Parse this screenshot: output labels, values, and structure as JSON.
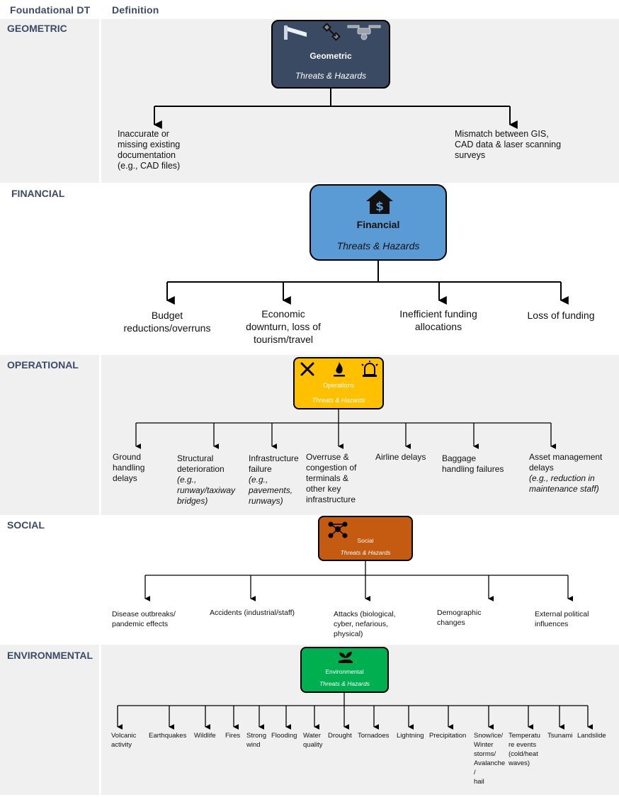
{
  "header": {
    "col1": "Foundational DT",
    "col2": "Definition"
  },
  "sections": {
    "geometric": {
      "label": "GEOMETRIC",
      "box_title": "Geometric",
      "box_sub": "Threats & Hazards",
      "leaves": [
        "Inaccurate or\nmissing existing\ndocumentation\n(e.g., CAD files)",
        "Mismatch between GIS,\nCAD data & laser scanning\nsurveys"
      ]
    },
    "financial": {
      "label": "FINANCIAL",
      "box_title": "Financial",
      "box_sub": "Threats & Hazards",
      "leaves": [
        "Budget\nreductions/overruns",
        "Economic\ndownturn, loss of\ntourism/travel",
        "Inefficient funding\nallocations",
        "Loss of funding"
      ]
    },
    "operational": {
      "label": "OPERATIONAL",
      "box_title": "Operations",
      "box_sub": "Threats & Hazards",
      "leaves": [
        {
          "text": "Ground\nhandling\ndelays",
          "italic": ""
        },
        {
          "text": "Structural\ndeterioration",
          "italic": "(e.g.,\nrunway/taxiway\nbridges)"
        },
        {
          "text": "Infrastructure\nfailure",
          "italic": "(e.g.,\npavements,\nrunways)"
        },
        {
          "text": "Overruse &\ncongestion of\nterminals &\nother key\ninfrastructure",
          "italic": ""
        },
        {
          "text": "Airline delays",
          "italic": ""
        },
        {
          "text": "Baggage\nhandling failures",
          "italic": ""
        },
        {
          "text": "Asset management\ndelays",
          "italic": "(e.g., reduction in\nmaintenance staff)"
        }
      ]
    },
    "social": {
      "label": "SOCIAL",
      "box_title": "Social",
      "box_sub": "Threats & Hazards",
      "leaves": [
        "Disease outbreaks/\npandemic effects",
        "Accidents (industrial/staff)",
        "Attacks (biological,\ncyber, nefarious,\nphysical)",
        "Demographic\nchanges",
        "External political\ninfluences"
      ]
    },
    "environmental": {
      "label": "ENVIRONMENTAL",
      "box_title": "Environmental",
      "box_sub": "Threats & Hazards",
      "leaves": [
        "Volcanic\nactivity",
        "Earthquakes",
        "Wildlife",
        "Fires",
        "Strong\nwind",
        "Flooding",
        "Water\nquality",
        "Drought",
        "Tornadoes",
        "Lightning",
        "Precipitation",
        "Snow/ice/\nWinter\nstorms/\nAvalanche\n/\nhail",
        "Temperatu\nre events\n(cold/heat\nwaves)",
        "Tsunami",
        "Landslide"
      ]
    }
  },
  "colors": {
    "geometric": "#3b4a63",
    "financial": "#5b9bd5",
    "operational": "#ffc000",
    "social": "#c55a11",
    "environmental": "#00b050",
    "header_text": "#3d4a66"
  },
  "icons": {
    "geometric": [
      "laser-scanner-icon",
      "satellite-icon",
      "drone-icon"
    ],
    "financial": [
      "house-dollar-icon"
    ],
    "operational": [
      "tools-icon",
      "fire-icon",
      "alarm-light-icon"
    ],
    "social": [
      "network-people-icon"
    ],
    "environmental": [
      "seedling-hand-icon"
    ]
  }
}
